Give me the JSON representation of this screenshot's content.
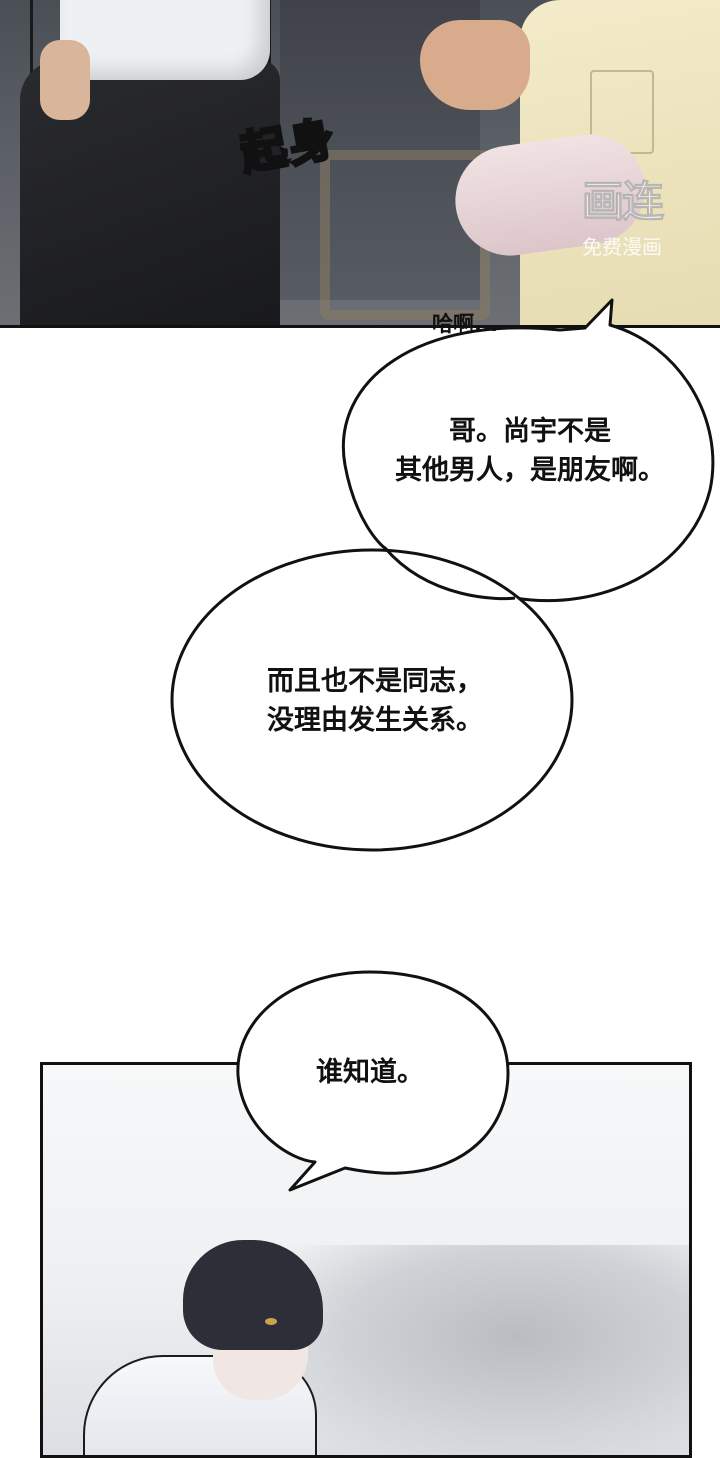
{
  "panel_top": {
    "sfx_text": "起身",
    "watermark": {
      "logo": "画连",
      "subtitle": "免费漫画"
    }
  },
  "bubbles": {
    "sigh": "哈啊...",
    "friend_line1": "哥。尚宇不是",
    "friend_line2": "其他男人，是朋友啊。",
    "gay_line1": "而且也不是同志，",
    "gay_line2": "没理由发生关系。",
    "who_knows": "谁知道。"
  }
}
